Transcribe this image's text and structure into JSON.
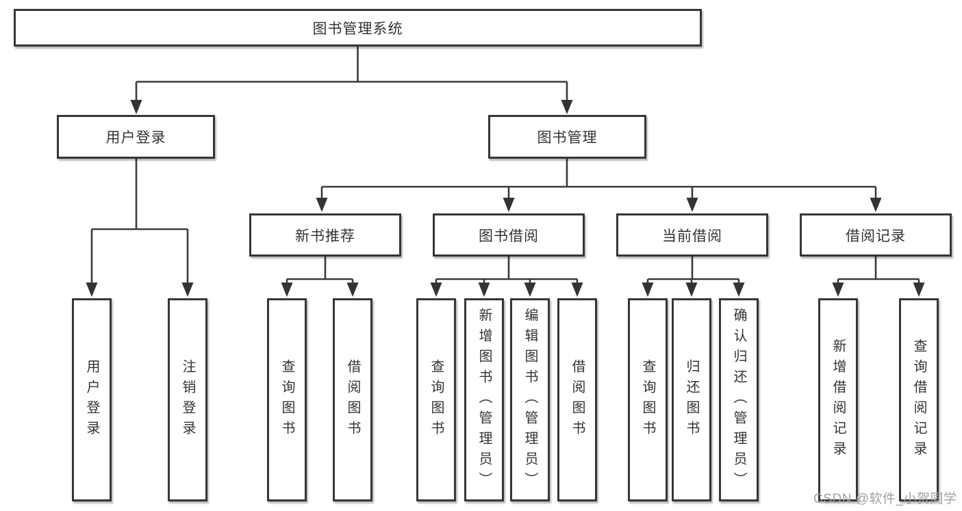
{
  "diagram": {
    "title": "图书管理系统",
    "level2": [
      {
        "label": "用户登录"
      },
      {
        "label": "图书管理"
      }
    ],
    "level3": [
      {
        "label": "新书推荐"
      },
      {
        "label": "图书借阅"
      },
      {
        "label": "当前借阅"
      },
      {
        "label": "借阅记录"
      }
    ],
    "leaves": [
      {
        "label": "用户登录"
      },
      {
        "label": "注销登录"
      },
      {
        "label": "查询图书"
      },
      {
        "label": "借阅图书"
      },
      {
        "label": "查询图书"
      },
      {
        "label": "新增图书（管理员）"
      },
      {
        "label": "编辑图书（管理员）"
      },
      {
        "label": "借阅图书"
      },
      {
        "label": "查询图书"
      },
      {
        "label": "归还图书"
      },
      {
        "label": "确认归还（管理员）"
      },
      {
        "label": "新增借阅记录"
      },
      {
        "label": "查询借阅记录"
      }
    ]
  },
  "watermark": {
    "text": "CSDN @软件_小贺同学"
  },
  "colors": {
    "background": "#ffffff",
    "line": "#3a3a3a",
    "box_border": "#363636",
    "text": "#333333",
    "watermark": "#a0a0a0"
  }
}
